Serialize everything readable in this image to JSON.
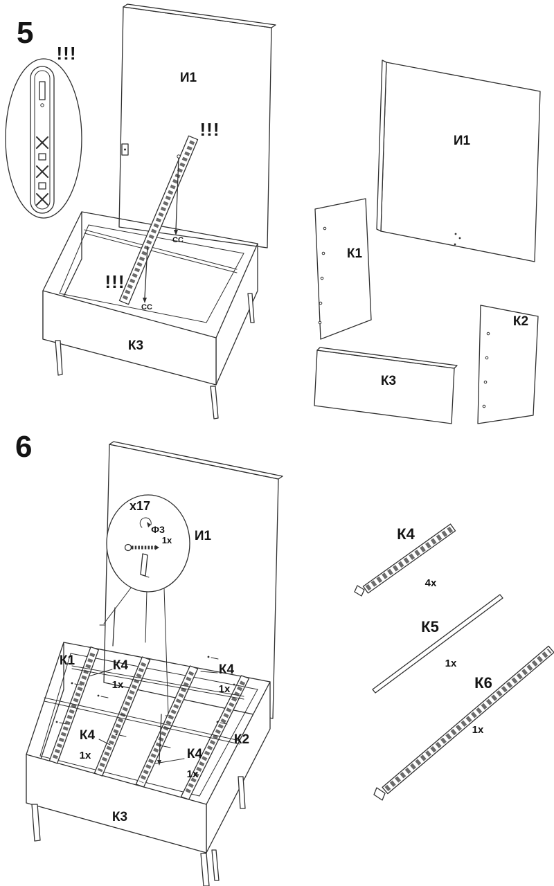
{
  "steps": {
    "step5": {
      "number": "5",
      "magnifier_warning": "!!!",
      "assembly": {
        "headboard": "И1",
        "warning_rail": "!!!",
        "warning_corner": "!!!",
        "cc_top": "СС",
        "cc_bottom": "СС",
        "front_panel": "К3"
      },
      "exploded": {
        "headboard": "И1",
        "side_left": "К1",
        "side_right": "К2",
        "front_panel": "К3"
      }
    },
    "step6": {
      "number": "6",
      "callout": {
        "screw_count": "x17",
        "diameter": "Ф3",
        "qty": "1x"
      },
      "assembly": {
        "headboard": "И1",
        "side_left": "К1",
        "side_right": "К2",
        "front_panel": "К3",
        "rails": [
          {
            "label": "К4",
            "qty": "1x"
          },
          {
            "label": "К4",
            "qty": "1x"
          },
          {
            "label": "К4",
            "qty": "1x"
          },
          {
            "label": "К4",
            "qty": "1x"
          }
        ]
      },
      "parts": [
        {
          "label": "К4",
          "qty": "4x"
        },
        {
          "label": "К5",
          "qty": "1x"
        },
        {
          "label": "К6",
          "qty": "1x"
        }
      ]
    }
  }
}
